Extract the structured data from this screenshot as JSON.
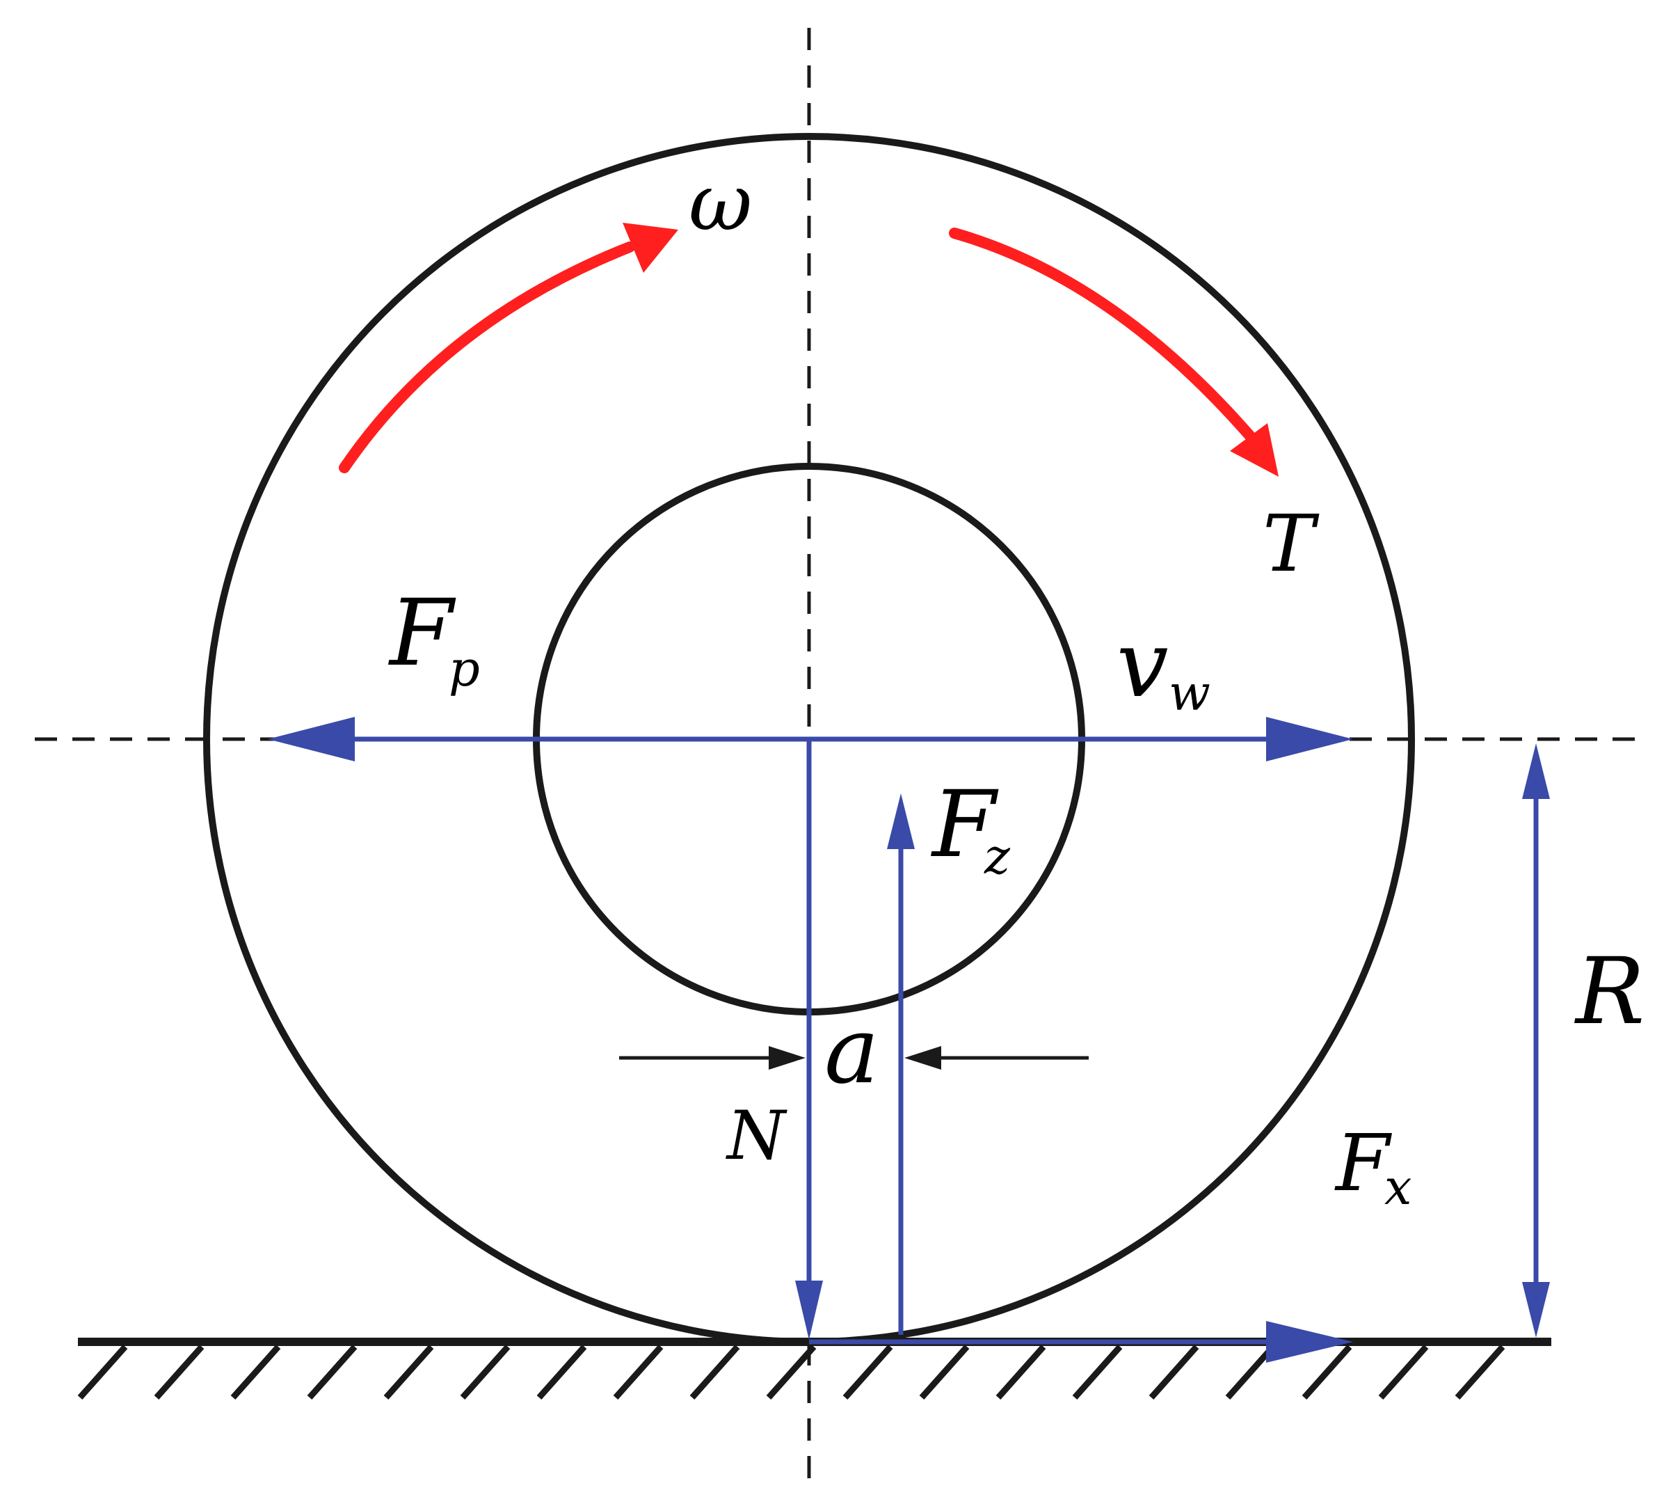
{
  "colors": {
    "outline": "#1a1a1a",
    "force_arrow": "#3a4aa8",
    "rotation_arrow": "#ff1f1f",
    "background": "#ffffff"
  },
  "labels": {
    "omega": "ω",
    "torque": "T",
    "fp_main": "F",
    "fp_sub": "p",
    "vw_main": "v",
    "vw_sub": "w",
    "fz_main": "F",
    "fz_sub": "z",
    "a": "a",
    "n": "N",
    "fx_main": "F",
    "fx_sub": "x",
    "r": "R"
  }
}
